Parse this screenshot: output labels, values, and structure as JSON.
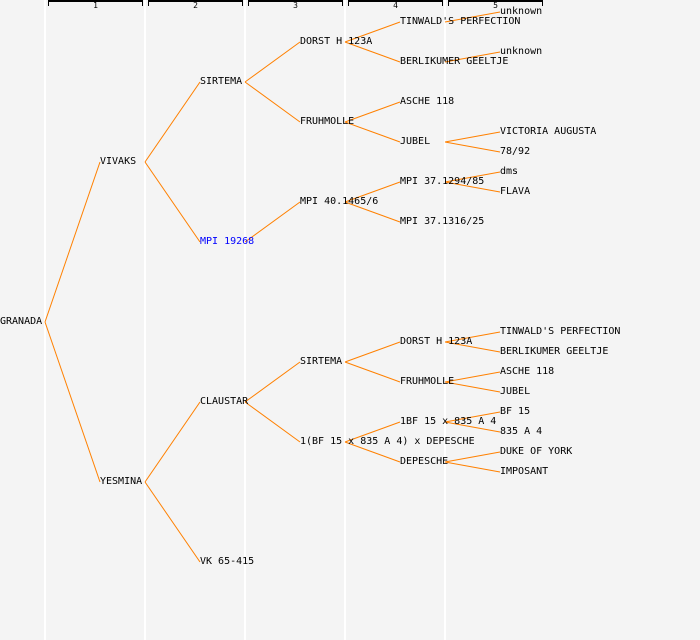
{
  "columns": [
    "1",
    "2",
    "3",
    "4",
    "5"
  ],
  "colors": {
    "line": "#ff8000",
    "background": "#f4f4f4",
    "column_divider": "#ffffff",
    "highlight": "#0000ff"
  },
  "tree": {
    "name": "GRANADA",
    "children": [
      {
        "name": "VIVAKS",
        "children": [
          {
            "name": "SIRTEMA",
            "children": [
              {
                "name": "DORST H 123A",
                "children": [
                  {
                    "name": "TINWALD'S PERFECTION",
                    "children": [
                      {
                        "name": "unknown"
                      },
                      null
                    ]
                  },
                  {
                    "name": "BERLIKUMER GEELTJE",
                    "children": [
                      {
                        "name": "unknown"
                      },
                      null
                    ]
                  }
                ]
              },
              {
                "name": "FRUHMOLLE",
                "children": [
                  {
                    "name": "ASCHE 118"
                  },
                  {
                    "name": "JUBEL",
                    "children": [
                      {
                        "name": "VICTORIA AUGUSTA"
                      },
                      {
                        "name": "78/92"
                      }
                    ]
                  }
                ]
              }
            ]
          },
          {
            "name": "MPI 19268",
            "highlight": true,
            "children": [
              {
                "name": "MPI 40.1465/6",
                "children": [
                  {
                    "name": "MPI 37.1294/85",
                    "children": [
                      {
                        "name": "dms"
                      },
                      {
                        "name": "FLAVA"
                      }
                    ]
                  },
                  {
                    "name": "MPI 37.1316/25"
                  }
                ]
              },
              null
            ]
          }
        ]
      },
      {
        "name": "YESMINA",
        "children": [
          {
            "name": "CLAUSTAR",
            "children": [
              {
                "name": "SIRTEMA",
                "children": [
                  {
                    "name": "DORST H 123A",
                    "children": [
                      {
                        "name": "TINWALD'S PERFECTION"
                      },
                      {
                        "name": "BERLIKUMER GEELTJE"
                      }
                    ]
                  },
                  {
                    "name": "FRUHMOLLE",
                    "children": [
                      {
                        "name": "ASCHE 118"
                      },
                      {
                        "name": "JUBEL"
                      }
                    ]
                  }
                ]
              },
              {
                "name": "1(BF 15 x 835 A 4) x DEPESCHE",
                "children": [
                  {
                    "name": "1BF 15 x 835 A 4",
                    "children": [
                      {
                        "name": "BF 15"
                      },
                      {
                        "name": "835 A 4"
                      }
                    ]
                  },
                  {
                    "name": "DEPESCHE",
                    "children": [
                      {
                        "name": "DUKE OF YORK"
                      },
                      {
                        "name": "IMPOSANT"
                      }
                    ]
                  }
                ]
              }
            ]
          },
          {
            "name": "VK 65-415"
          }
        ]
      }
    ]
  }
}
